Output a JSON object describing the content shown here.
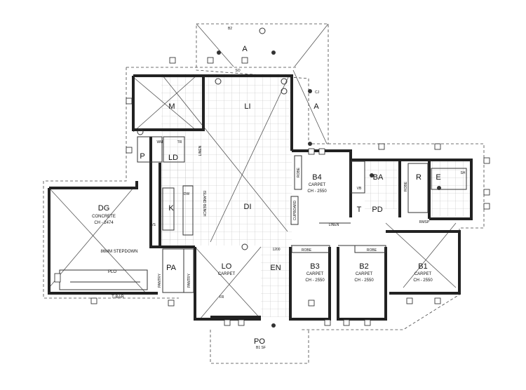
{
  "rooms": {
    "alfresco_a_top": "A",
    "alfresco_a_right": "A",
    "media": "M",
    "living": "LI",
    "dining": "DI",
    "kitchen": "K",
    "laundry": "LD",
    "powder": "P",
    "garage": "DG",
    "garage_floor": "CONCRETE",
    "garage_ch": "CH - 2474",
    "stepdown": "86MM STEPDOWN",
    "pantry_label": "PA",
    "pantry_left": "PANTRY",
    "pantry_right": "PANTRY",
    "lounge": "LO",
    "lounge_floor": "CARPET",
    "entry": "EN",
    "porch": "PO",
    "bed4": "B4",
    "bed4_floor": "CARPET",
    "bed4_ch": "CH - 2550",
    "bed3": "B3",
    "bed3_floor": "CARPET",
    "bed3_ch": "CH - 2550",
    "bed2": "B2",
    "bed2_floor": "CARPET",
    "bed2_ch": "CH - 2550",
    "bed1": "B1",
    "bed1_floor": "CARPET",
    "bed1_ch": "CH - 2550",
    "bath": "BA",
    "powder2": "PD",
    "toilet": "T",
    "robe_main": "R",
    "ensuite": "E",
    "linen": "LINEN",
    "linen2": "LINEN",
    "cupboard": "CUPBOARD",
    "robe_b4": "ROBE",
    "robe_b3": "ROBE",
    "robe_b2": "ROBE",
    "robe_r": "ROBE",
    "island_bench": "ISLAND BENCH",
    "plo": "PLO",
    "tbar": "T-BAR",
    "rmsp": "RMSP",
    "so": "SO",
    "b2": "B2",
    "cj": "CJ",
    "wm": "WM",
    "tr": "TR",
    "dw": "DW",
    "fr": "FR",
    "b1sf": "B1 SF",
    "dim_1200": "1200",
    "vb": "VB",
    "sh": "SH",
    "fs": "F/S"
  }
}
